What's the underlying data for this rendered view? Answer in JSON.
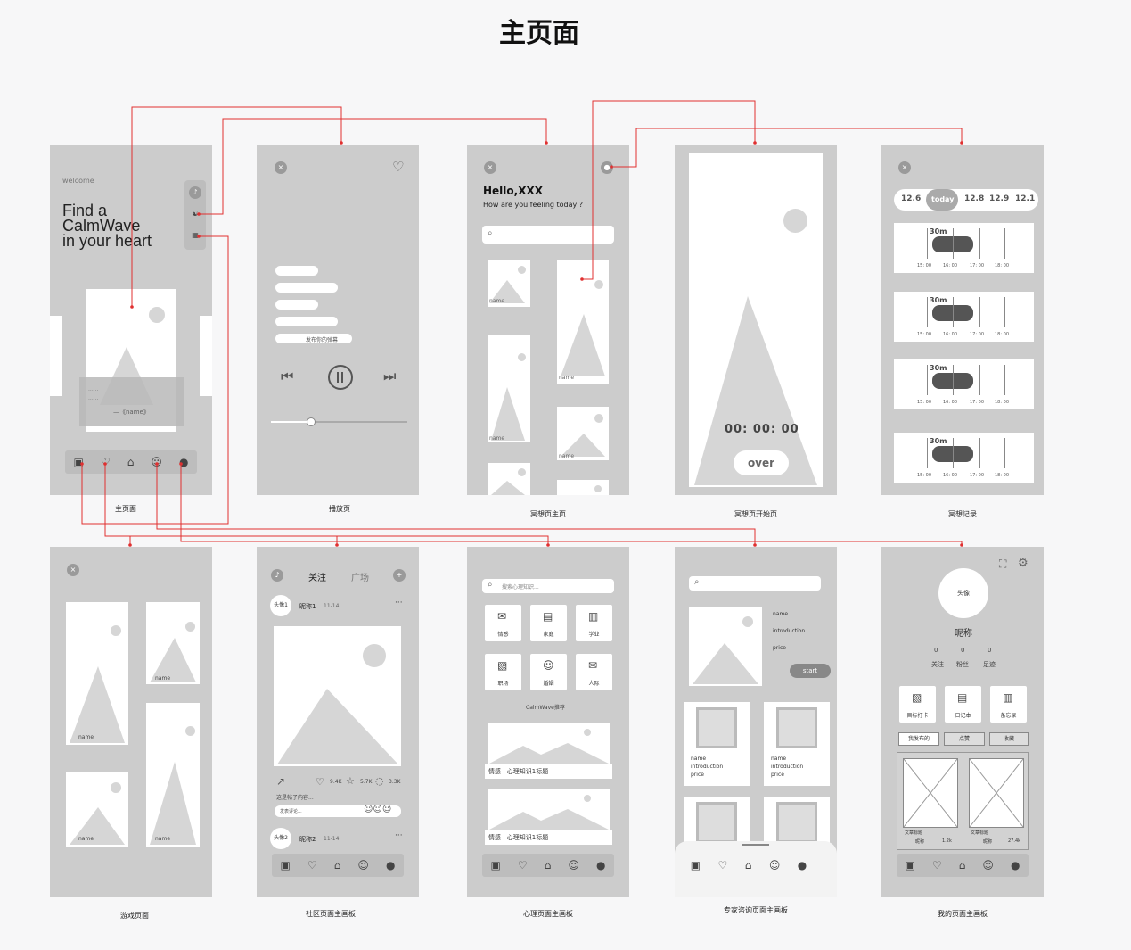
{
  "page": {
    "title": "主页面"
  },
  "captions": {
    "s1": "主页面",
    "s2": "播放页",
    "s3": "冥想页主页",
    "s4": "冥想页开始页",
    "s5": "冥想记录",
    "s6": "游戏页面",
    "s7": "社区页面主画板",
    "s8": "心理页面主画板",
    "s9": "专家咨询页面主画板",
    "s10": "我的页面主画板"
  },
  "home": {
    "welcome": "welcome",
    "headline1": "Find a",
    "headline2": "CalmWave",
    "headline3": "in your heart",
    "card_name": "—《name》",
    "dots": "......"
  },
  "player": {
    "danmu": "发布你的弹幕"
  },
  "meditation": {
    "hello": "Hello,XXX",
    "question": "How are you feeling today ?",
    "name": "name"
  },
  "timer": {
    "time": "00: 00: 00",
    "over": "over"
  },
  "record": {
    "dates": [
      "12.6",
      "today",
      "12.8",
      "12.9",
      "12.1"
    ],
    "duration": "30m",
    "times": [
      "15: 00",
      "16: 00",
      "17: 00",
      "18: 00"
    ]
  },
  "game": {
    "name": "name"
  },
  "community": {
    "tab_follow": "关注",
    "tab_square": "广场",
    "avatar1": "头像1",
    "nick1": "昵称1",
    "date": "11-14",
    "likes": "9.4K",
    "stars": "5.7K",
    "comments": "3.3K",
    "post_text": "这是帖子内容...",
    "comment_placeholder": "发表评论...",
    "avatar2": "头像2",
    "nick2": "昵称2",
    "more": "···"
  },
  "psych": {
    "search": "搜索心理知识...",
    "cats": [
      "情感",
      "家庭",
      "学业",
      "职场",
      "婚姻",
      "人际"
    ],
    "recommend": "CalmWave推荐",
    "article1": "情感 | 心理知识1标题",
    "article2": "情感 | 心理知识1标题"
  },
  "expert": {
    "name": "name",
    "introduction": "introduction",
    "price": "price",
    "start": "start"
  },
  "me": {
    "avatar": "头像",
    "nickname": "昵称",
    "stats": [
      {
        "n": "0",
        "l": "关注"
      },
      {
        "n": "0",
        "l": "粉丝"
      },
      {
        "n": "0",
        "l": "足迹"
      }
    ],
    "tools": [
      "目标打卡",
      "日记本",
      "备忘录"
    ],
    "tabs": [
      "我发布的",
      "点赞",
      "收藏"
    ],
    "article_title": "文章标题",
    "nick": "昵称",
    "likes1": "1.2k",
    "likes2": "27.4k"
  },
  "colors": {
    "connector": "#e03030",
    "screen": "#cccccc"
  }
}
